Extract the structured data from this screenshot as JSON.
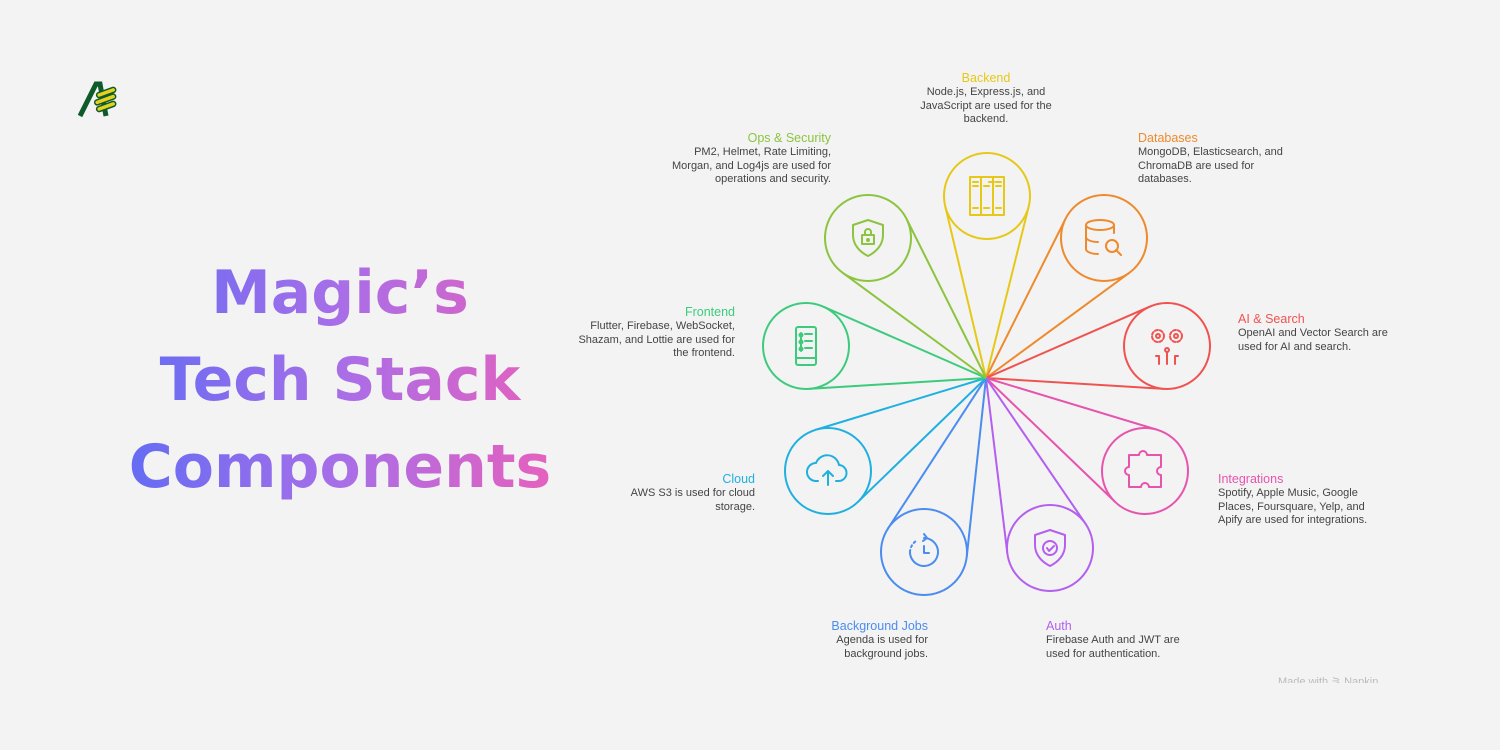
{
  "title_lines": [
    "Magic’s",
    "Tech Stack",
    "Components"
  ],
  "watermark": "Made with ⚞ Napkin",
  "nodes": [
    {
      "id": "backend",
      "title": "Backend",
      "text": "Node.js, Express.js, and JavaScript are used for the backend.",
      "color": "#e6c817",
      "icon": "server-rack-icon"
    },
    {
      "id": "databases",
      "title": "Databases",
      "text": "MongoDB, Elasticsearch, and ChromaDB are used for databases.",
      "color": "#ef8a2c",
      "icon": "database-search-icon"
    },
    {
      "id": "ai",
      "title": "AI & Search",
      "text": "OpenAI and Vector Search are used for AI and search.",
      "color": "#ef5350",
      "icon": "gears-circuit-icon"
    },
    {
      "id": "integrations",
      "title": "Integrations",
      "text": "Spotify, Apple Music, Google Places, Foursquare, Yelp, and Apify are used for integrations.",
      "color": "#e754ae",
      "icon": "puzzle-icon"
    },
    {
      "id": "auth",
      "title": "Auth",
      "text": "Firebase Auth and JWT are used for authentication.",
      "color": "#b45ff0",
      "icon": "shield-check-icon"
    },
    {
      "id": "jobs",
      "title": "Background Jobs",
      "text": "Agenda is used for background jobs.",
      "color": "#4a8cf0",
      "icon": "clock-rotate-icon"
    },
    {
      "id": "cloud",
      "title": "Cloud",
      "text": "AWS S3 is used for cloud storage.",
      "color": "#20b0e0",
      "icon": "cloud-upload-icon"
    },
    {
      "id": "frontend",
      "title": "Frontend",
      "text": "Flutter, Firebase, WebSocket, Shazam, and Lottie are used for the frontend.",
      "color": "#3ccb7c",
      "icon": "mobile-list-icon"
    },
    {
      "id": "ops",
      "title": "Ops & Security",
      "text": "PM2, Helmet, Rate Limiting, Morgan, and Log4js are used for operations and security.",
      "color": "#8cc43f",
      "icon": "shield-lock-icon"
    }
  ]
}
